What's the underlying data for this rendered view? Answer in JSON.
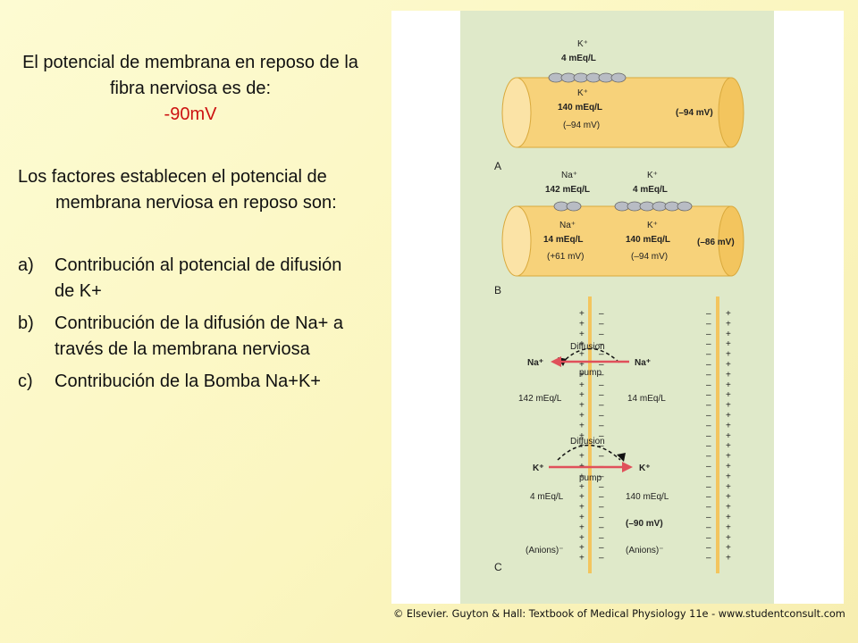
{
  "title": {
    "line": "El potencial de membrana en reposo de la fibra nerviosa es de:",
    "value": "-90mV"
  },
  "intro": "Los factores establecen el potencial de membrana nerviosa en reposo son:",
  "items": [
    {
      "letter": "a)",
      "text": "Contribución al potencial de difusión de K+"
    },
    {
      "letter": "b)",
      "text": "Contribución de la difusión de Na+ a través de la membrana nerviosa"
    },
    {
      "letter": "c)",
      "text": "Contribución de la Bomba Na+K+"
    }
  ],
  "figure": {
    "panelA": {
      "outside_ion": "K⁺",
      "outside_conc": "4 mEq/L",
      "inside_ion": "K⁺",
      "inside_conc": "140 mEq/L",
      "inside_pot": "(–94 mV)",
      "membrane_pot": "(–94 mV)",
      "label": "A"
    },
    "panelB": {
      "out_na_ion": "Na⁺",
      "out_na_conc": "142 mEq/L",
      "out_k_ion": "K⁺",
      "out_k_conc": "4 mEq/L",
      "in_na_ion": "Na⁺",
      "in_na_conc": "14 mEq/L",
      "in_na_pot": "(+61 mV)",
      "in_k_ion": "K⁺",
      "in_k_conc": "140 mEq/L",
      "in_k_pot": "(–94 mV)",
      "membrane_pot": "(–86 mV)",
      "label": "B"
    },
    "panelC": {
      "diffusion": "Diffusion",
      "pump": "pump",
      "na_left": "Na⁺",
      "na_right": "Na⁺",
      "na_out_conc": "142 mEq/L",
      "na_in_conc": "14 mEq/L",
      "k_left": "K⁺",
      "k_right": "K⁺",
      "k_out_conc": "4 mEq/L",
      "k_in_conc": "140 mEq/L",
      "membrane_pot": "(–90 mV)",
      "anions_out": "(Anions)⁻",
      "anions_in": "(Anions)⁻",
      "label": "C"
    },
    "colors": {
      "cylinder": "#f7d27a",
      "membrane": "#f3c55e",
      "pump_arrow": "#e0505a",
      "figure_bg": "#dfe9c9"
    }
  },
  "credit": "© Elsevier. Guyton & Hall: Textbook of Medical Physiology 11e - www.studentconsult.com"
}
